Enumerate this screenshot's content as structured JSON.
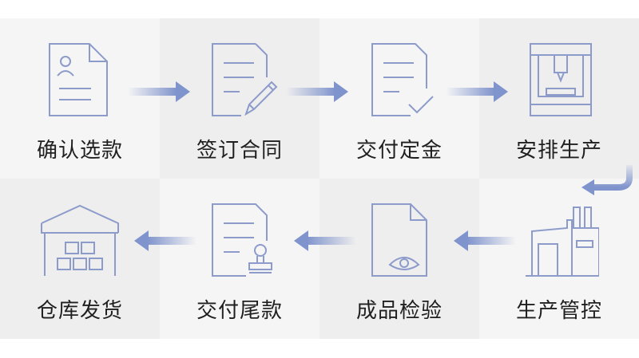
{
  "colors": {
    "icon_stroke": "#8d9bcb",
    "arrow": "#7f93cc",
    "text": "#1f1f1f",
    "cell_light": "#f5f5f5",
    "cell_dark": "#eeeeee"
  },
  "steps": [
    {
      "label": "确认选款",
      "icon": "document-person-icon"
    },
    {
      "label": "签订合同",
      "icon": "document-pen-icon"
    },
    {
      "label": "交付定金",
      "icon": "document-check-icon"
    },
    {
      "label": "安排生产",
      "icon": "3d-printer-icon"
    },
    {
      "label": "生产管控",
      "icon": "factory-icon"
    },
    {
      "label": "成品检验",
      "icon": "document-eye-icon"
    },
    {
      "label": "交付尾款",
      "icon": "document-stamp-icon"
    },
    {
      "label": "仓库发货",
      "icon": "warehouse-icon"
    }
  ]
}
